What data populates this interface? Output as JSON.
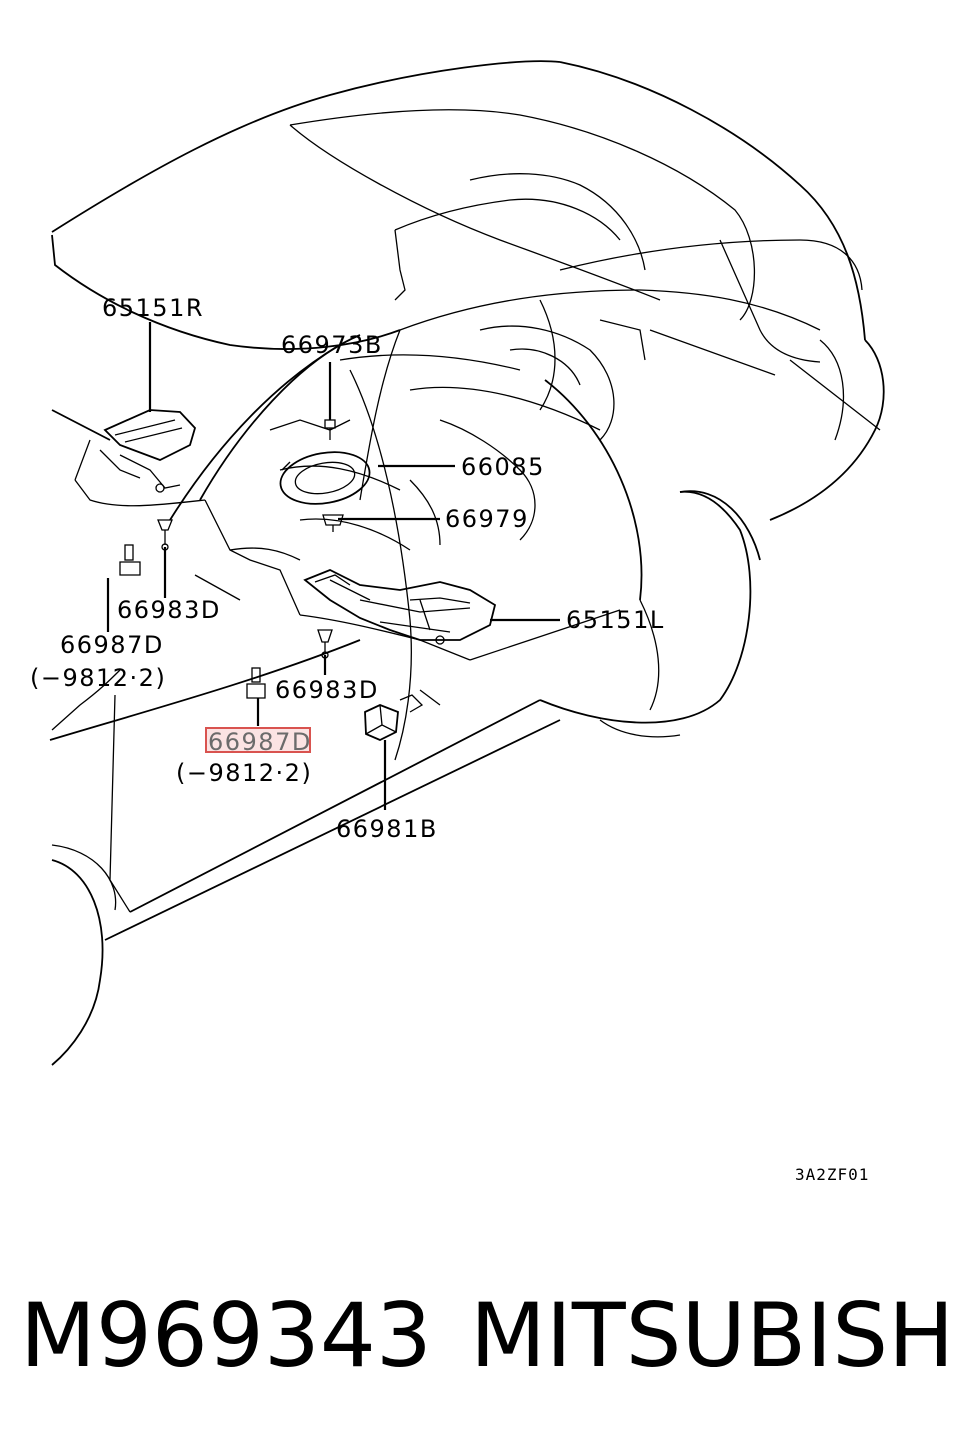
{
  "labels": {
    "p65151R": "65151R",
    "p66973B": "66973B",
    "p66085": "66085",
    "p66979": "66979",
    "p66983D_left": "66983D",
    "p66987D_left": "66987D",
    "p66987D_left_note": "(−9812·2)",
    "p65151L": "65151L",
    "p66983D_center": "66983D",
    "p66987D_center": "66987D",
    "p66987D_center_note": "(−9812·2)",
    "p66981B": "66981B"
  },
  "diagram_code": "3A2ZF01",
  "footer": {
    "part_number": "M969343",
    "brand": "MITSUBISHI"
  },
  "colors": {
    "highlight_border": "#d9534f",
    "highlight_fill": "#fbe3e3",
    "highlight_text": "#6b6b6b"
  }
}
